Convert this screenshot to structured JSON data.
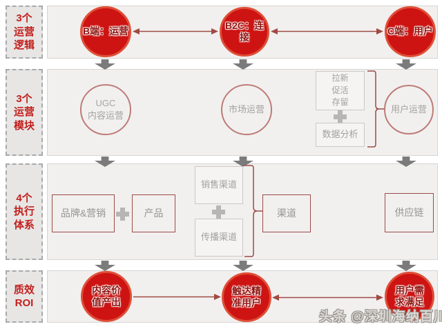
{
  "title": "运营体系流程图",
  "colors": {
    "accent_red": "#cd1413",
    "circle_rim": "#df4f38",
    "label_red": "#c3201c",
    "muted_red_border": "#9a4a46",
    "outline_circle_border": "#bd7b76",
    "panel_bg": "#f1f0ef",
    "h_arrow": "#a04a42",
    "down_arrow": "#7b7b7b",
    "gray_text": "#a3a19f"
  },
  "row1": {
    "label": "3个\n运营\n逻辑",
    "circle1": "B端：运营",
    "circle2": "B2C：连接",
    "circle3": "C端：用户"
  },
  "row2": {
    "label": "3个\n运营\n模块",
    "circle1": "UGC\n内容运营",
    "circle2": "市场运营",
    "box1": "拉新\n促活\n存留",
    "box2": "数据分析",
    "circle3": "用户运营"
  },
  "row3": {
    "label": "4个\n执行\n体系",
    "box1": "品牌&营销",
    "box2": "产品",
    "box3": "销售渠道",
    "box4": "传播渠道",
    "box5": "渠道",
    "box6": "供应链"
  },
  "row4": {
    "label": "质效\nROI",
    "circle1": "内容价\n值产出",
    "circle2": "触达精\n准用户",
    "circle3": "用户需\n求满足"
  },
  "watermark": "头条 @深圳海纳百川"
}
